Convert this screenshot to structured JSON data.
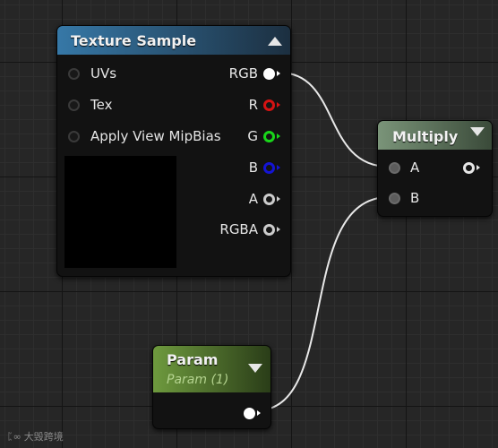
{
  "texture_sample": {
    "title": "Texture Sample",
    "inputs": [
      {
        "label": "UVs"
      },
      {
        "label": "Tex"
      },
      {
        "label": "Apply View MipBias"
      }
    ],
    "outputs": [
      {
        "label": "RGB",
        "color": "#ffffff",
        "connected": true
      },
      {
        "label": "R",
        "color": "#d51313"
      },
      {
        "label": "G",
        "color": "#19d61a"
      },
      {
        "label": "B",
        "color": "#1414d4"
      },
      {
        "label": "A",
        "color": "#cccccc"
      },
      {
        "label": "RGBA",
        "color": "#cccccc"
      }
    ],
    "header_colors": [
      "#3678a7",
      "#1c2f40"
    ]
  },
  "multiply": {
    "title": "Multiply",
    "inputs": [
      {
        "label": "A",
        "connected": true
      },
      {
        "label": "B",
        "connected": true
      }
    ],
    "header_colors": [
      "#7a9479",
      "#3a4a39"
    ]
  },
  "param": {
    "title": "Param",
    "subtitle": "Param (1)",
    "header_colors": [
      "#6e9a3e",
      "#2a3d18"
    ]
  },
  "wire_color": "#e8e8e8",
  "watermark": {
    "icon": "uobo-logo-icon",
    "text": "大毁跨境"
  }
}
